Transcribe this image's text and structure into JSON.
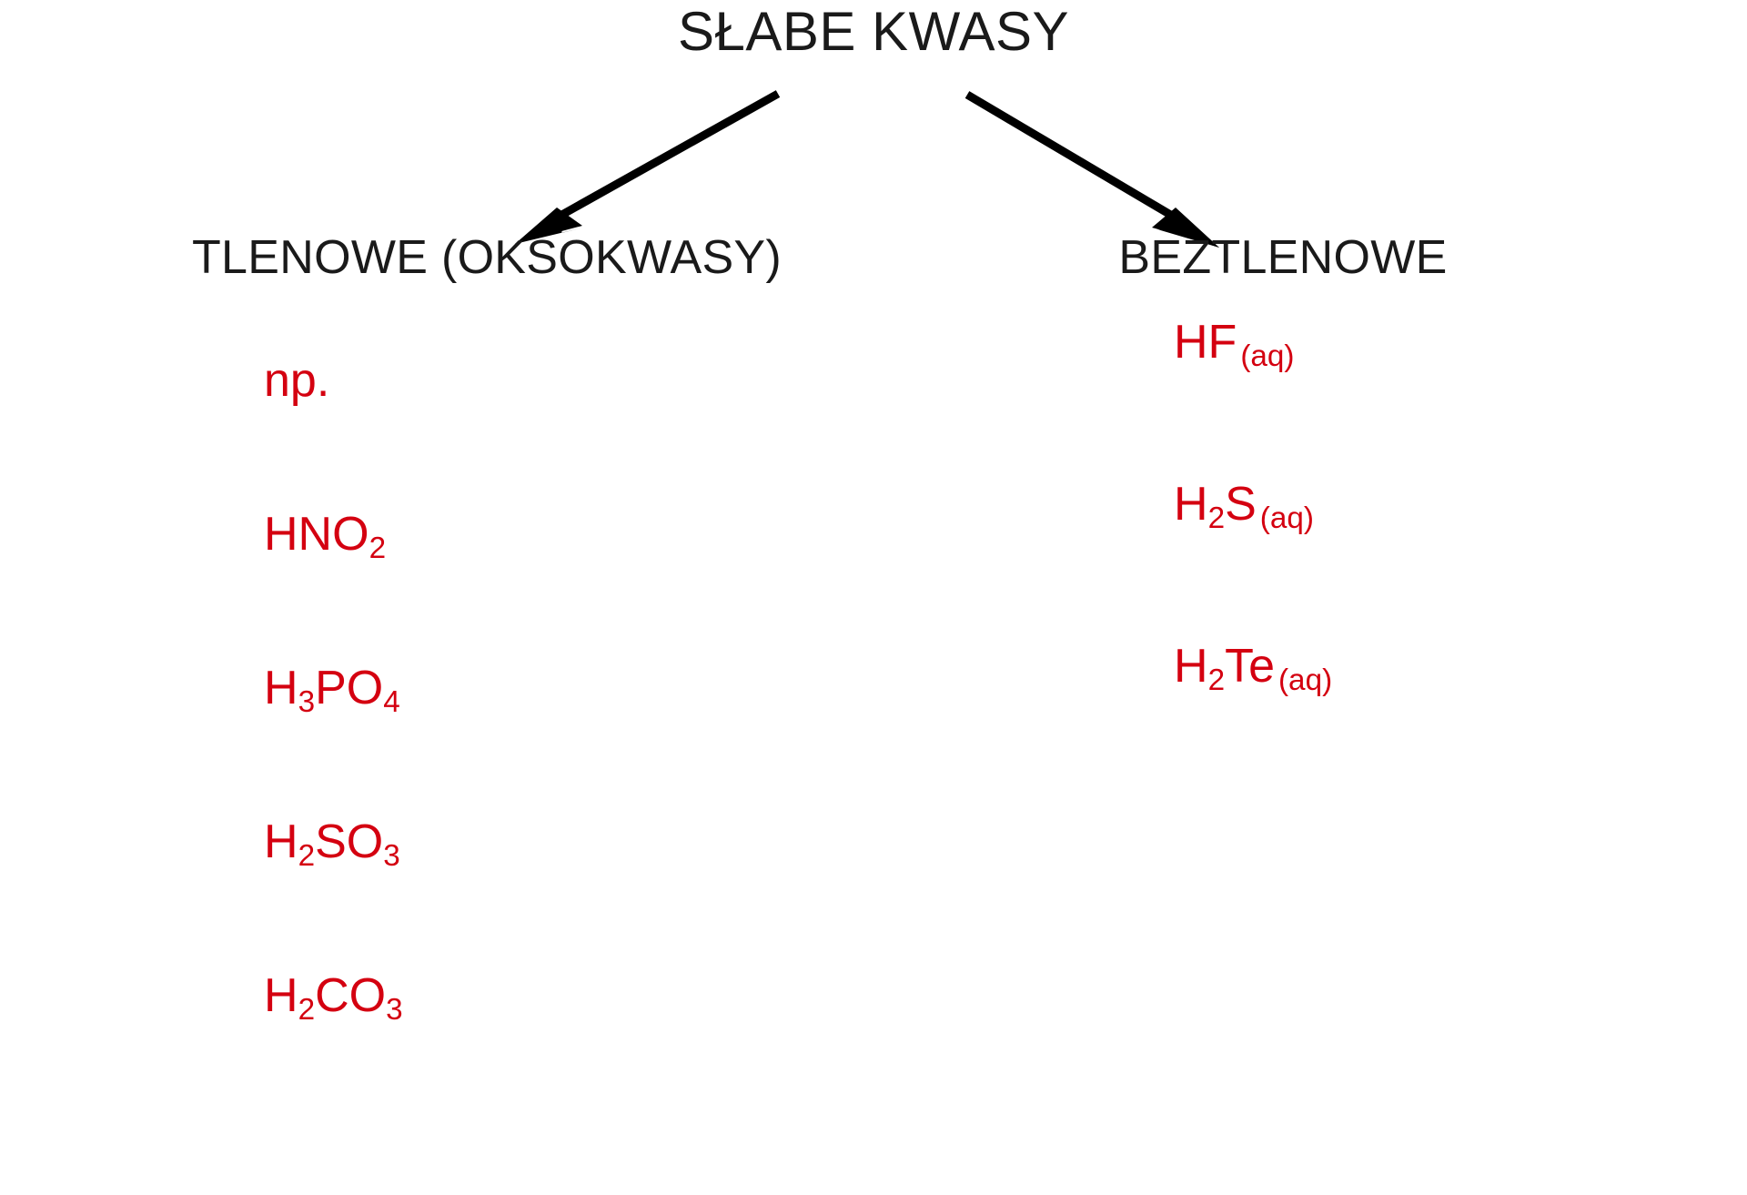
{
  "diagram": {
    "type": "classification-tree",
    "language": "pl",
    "background_color": "#ffffff",
    "root": {
      "label": "SŁABE KWASY",
      "color": "#1a1a1a"
    },
    "arrows": [
      {
        "name": "arrow-to-tlenowe",
        "direction": "down-left",
        "color": "#000000"
      },
      {
        "name": "arrow-to-beztlenowe",
        "direction": "down-right",
        "color": "#000000"
      }
    ],
    "formula_color": "#D40010",
    "branches": [
      {
        "id": "tlenowe",
        "header": "TLENOWE (OKSOKWASY)",
        "items": [
          {
            "formula": "np.",
            "base": "np.",
            "sub": "",
            "state": ""
          },
          {
            "formula": "HNO2",
            "base": "HNO",
            "sub": "2",
            "state": ""
          },
          {
            "formula": "H3PO4",
            "pre": "H",
            "presub": "3",
            "base": "PO",
            "sub": "4",
            "state": ""
          },
          {
            "formula": "H2SO3",
            "pre": "H",
            "presub": "2",
            "base": "SO",
            "sub": "3",
            "state": ""
          },
          {
            "formula": "H2CO3",
            "pre": "H",
            "presub": "2",
            "base": "CO",
            "sub": "3",
            "state": ""
          }
        ]
      },
      {
        "id": "beztlenowe",
        "header": "BEZTLENOWE",
        "items": [
          {
            "formula": "HF (aq)",
            "pre": "HF",
            "presub": "",
            "base": "",
            "sub": "",
            "state": "(aq)"
          },
          {
            "formula": "H2S (aq)",
            "pre": "H",
            "presub": "2",
            "base": "S",
            "sub": "",
            "state": "(aq)"
          },
          {
            "formula": "H2Te (aq)",
            "pre": "H",
            "presub": "2",
            "base": "Te",
            "sub": "",
            "state": "(aq)"
          }
        ]
      }
    ]
  }
}
